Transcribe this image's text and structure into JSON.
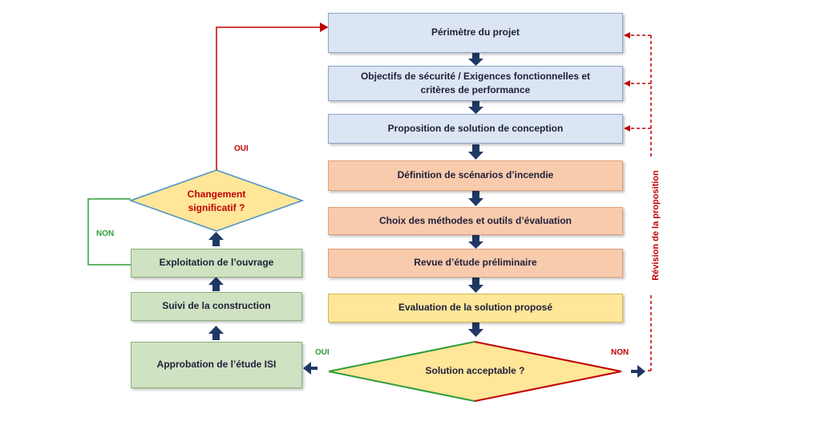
{
  "boxes": {
    "perimetre": "Périmètre du projet",
    "objectifs_line1": "Objectifs de sécurité / Exigences fonctionnelles et",
    "objectifs_line2": "critères de performance",
    "proposition": "Proposition de solution de conception",
    "definition": "Définition de scénarios d’incendie",
    "choix": "Choix des méthodes et outils d’évaluation",
    "revue": "Revue d’étude préliminaire",
    "evaluation": "Evaluation de la solution proposé",
    "approbation": "Approbation de l’étude ISI",
    "suivi": "Suivi de la construction",
    "exploitation": "Exploitation de l’ouvrage"
  },
  "decisions": {
    "solution_acceptable": "Solution acceptable ?",
    "changement_line1": "Changement",
    "changement_line2": "significatif ?"
  },
  "labels": {
    "oui_left": "OUI",
    "non_right": "NON",
    "oui_top": "OUI",
    "non_left": "NON",
    "revision": "Révision de la proposition"
  },
  "colors": {
    "blue": "#dbe5f3",
    "orange": "#f8cbad",
    "yellow": "#ffe699",
    "green": "#cfe2c1",
    "arrow": "#1f3864",
    "red": "#c00000",
    "green_line": "#2e9e3a"
  }
}
